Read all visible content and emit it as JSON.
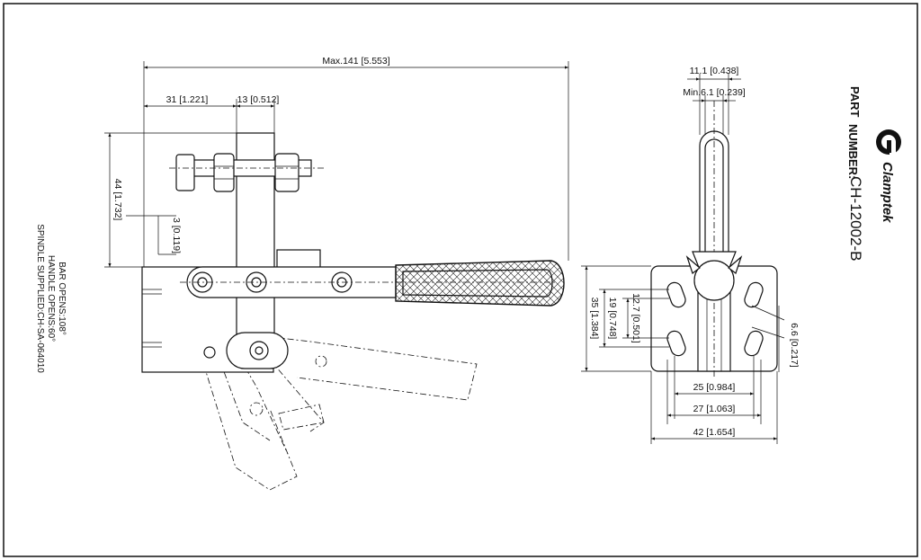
{
  "drawing": {
    "dimensions": {
      "overall_length": "Max.141 [5.553]",
      "dim_31": "31 [1.221]",
      "dim_13": "13 [0.512]",
      "dim_44": "44 [1.732]",
      "dim_3": "3 [0.119]",
      "dim_11_1": "11.1 [0.438]",
      "dim_min_6_1": "Min.6.1 [0.239]",
      "dim_35": "35 [1.384]",
      "dim_19": "19 [0.748]",
      "dim_12_7": "12.7 [0.501]",
      "dim_6_6": "6.6 [0.217]",
      "dim_25": "25 [0.984]",
      "dim_27": "27 [1.063]",
      "dim_42": "42 [1.654]"
    },
    "notes": [
      "BAR OPENS:108°",
      "HANDLE OPENS:60°",
      "SPINDLE SUPPLIED:CH-SA-064010"
    ],
    "title_block": {
      "brand": "Clamptek",
      "part_label_1": "PART",
      "part_label_2": "NUMBER:",
      "part_number": "CH-12002-B"
    }
  }
}
